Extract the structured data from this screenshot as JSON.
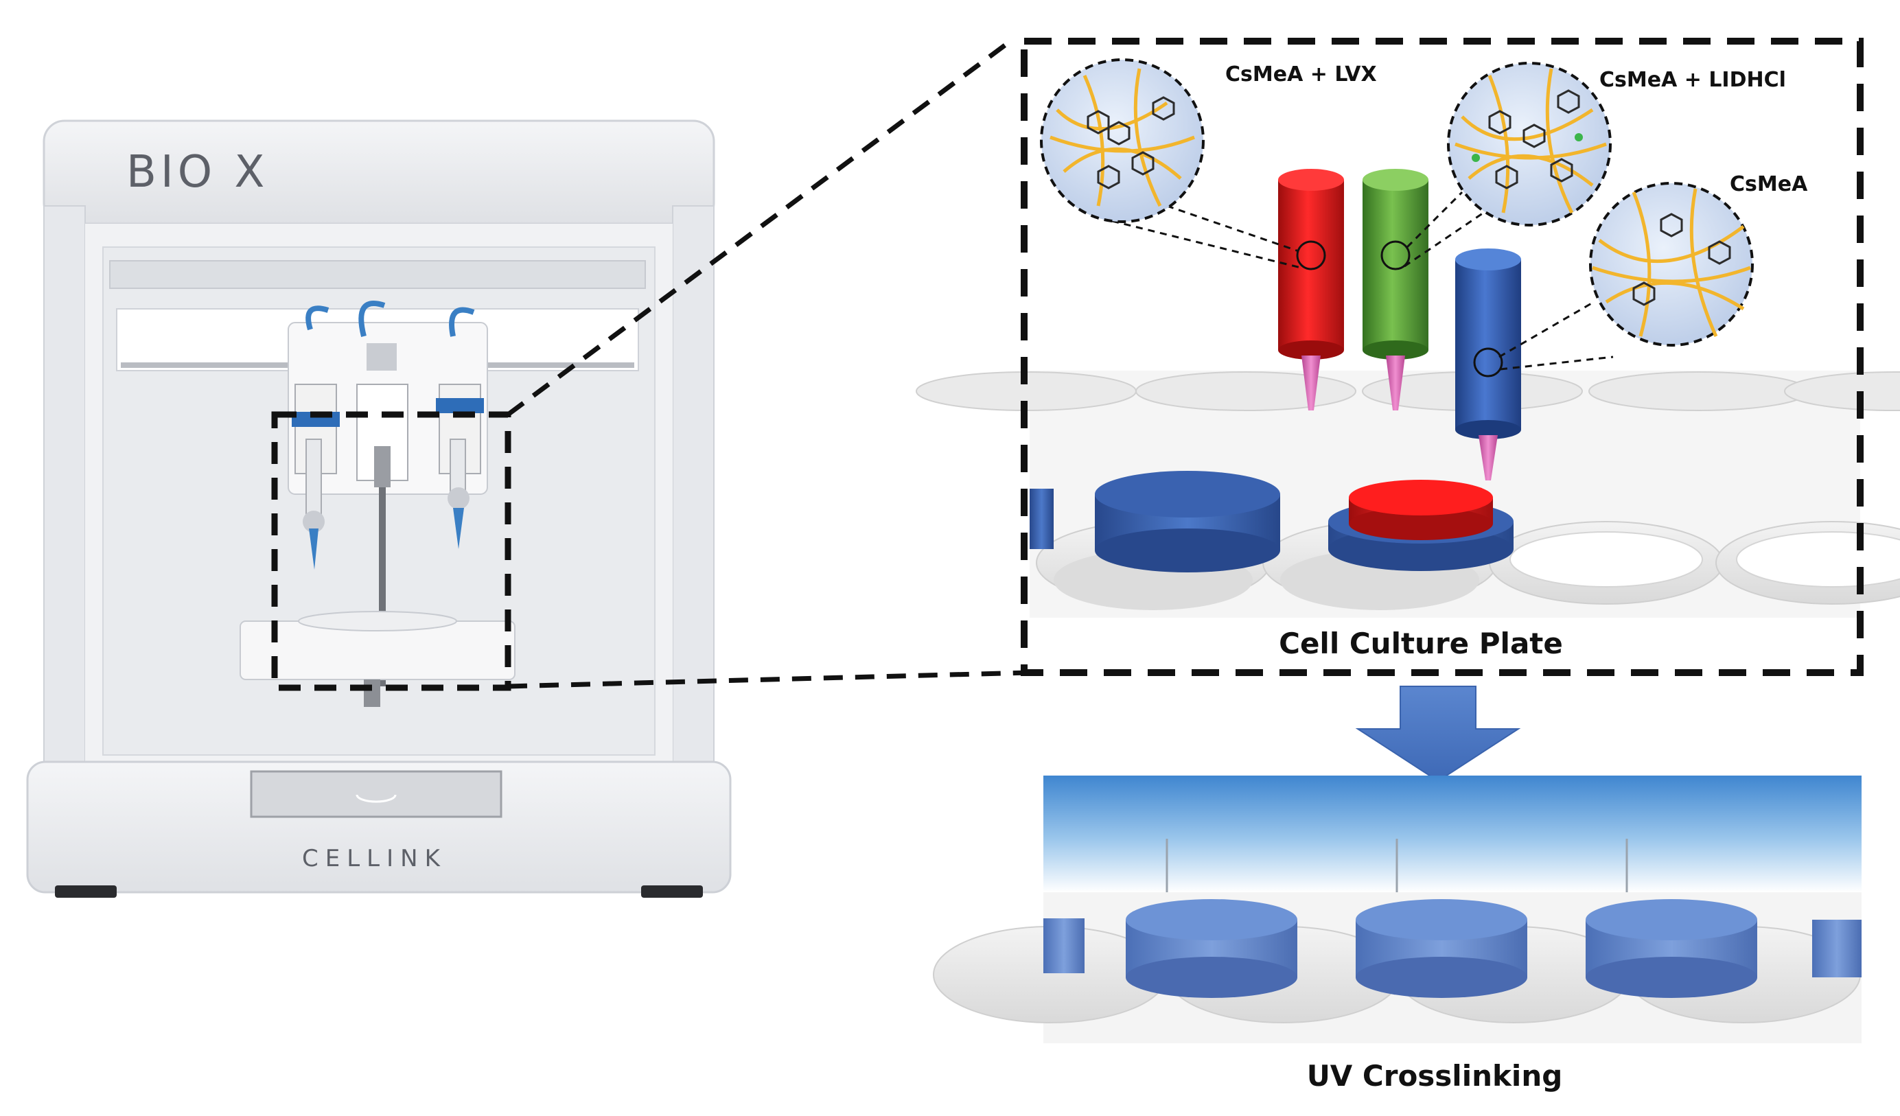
{
  "printer": {
    "brand_top": "BIO X",
    "brand_bottom": "CELLINK"
  },
  "labels": {
    "ink_lvx": "CsMeA + LVX",
    "ink_lidhcl": "CsMeA + LIDHCl",
    "ink_plain": "CsMeA",
    "plate": "Cell Culture Plate",
    "uv": "UV Crosslinking"
  },
  "colors": {
    "cartridge_red": "#e11a1a",
    "cartridge_green": "#5aa63a",
    "cartridge_blue": "#2f5db0",
    "nozzle": "#e06ab8",
    "fiber": "#f2b52c",
    "disc_blue": "#3a63b2",
    "arrow": "#4a74c2",
    "uv_band": "#4f93d6"
  },
  "icons": [
    "down-arrow-icon",
    "magnifier-circle-icon"
  ]
}
